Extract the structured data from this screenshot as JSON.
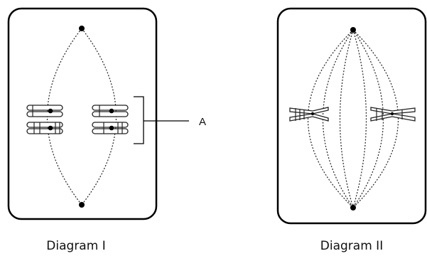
{
  "diagrams": [
    {
      "caption": "Diagram I",
      "pointer_label": "A"
    },
    {
      "caption": "Diagram II"
    }
  ]
}
